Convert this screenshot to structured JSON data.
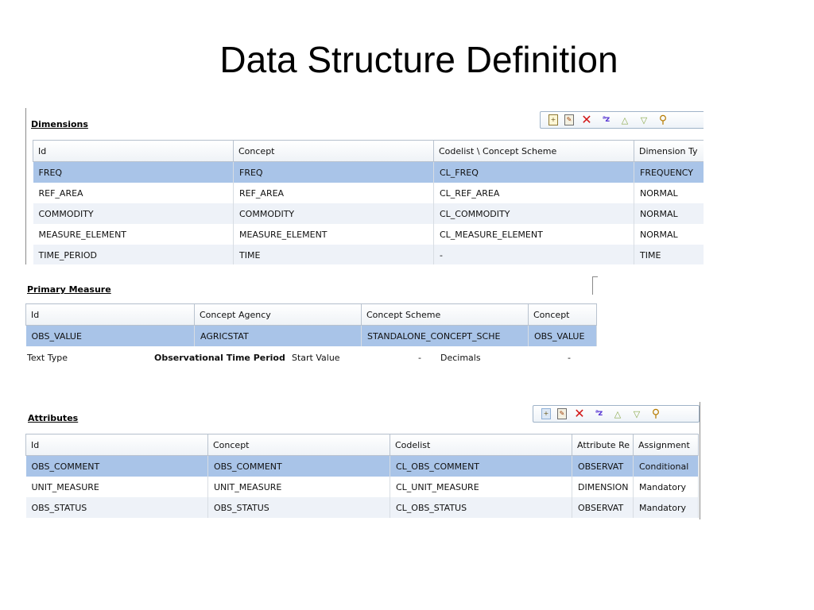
{
  "slide": {
    "title": "Data Structure Definition"
  },
  "dimensions": {
    "heading": "Dimensions",
    "toolbar": [
      "new-icon",
      "edit-icon",
      "delete-icon",
      "sort-icon",
      "move-up-icon",
      "move-down-icon",
      "search-icon"
    ],
    "columns": [
      "Id",
      "Concept",
      "Codelist \\ Concept Scheme",
      "Dimension Ty"
    ],
    "rows": [
      {
        "id": "FREQ",
        "concept": "FREQ",
        "codelist": "CL_FREQ",
        "type": "FREQUENCY"
      },
      {
        "id": "REF_AREA",
        "concept": "REF_AREA",
        "codelist": "CL_REF_AREA",
        "type": "NORMAL"
      },
      {
        "id": "COMMODITY",
        "concept": "COMMODITY",
        "codelist": "CL_COMMODITY",
        "type": "NORMAL"
      },
      {
        "id": "MEASURE_ELEMENT",
        "concept": "MEASURE_ELEMENT",
        "codelist": "CL_MEASURE_ELEMENT",
        "type": "NORMAL"
      },
      {
        "id": "TIME_PERIOD",
        "concept": "TIME",
        "codelist": "-",
        "type": "TIME"
      }
    ]
  },
  "primary_measure": {
    "heading": "Primary Measure",
    "columns": [
      "Id",
      "Concept Agency",
      "Concept Scheme",
      "Concept"
    ],
    "rows": [
      {
        "id": "OBS_VALUE",
        "agency": "AGRICSTAT",
        "scheme": "STANDALONE_CONCEPT_SCHE",
        "concept": "OBS_VALUE"
      }
    ],
    "footer": {
      "text_type_label": "Text Type",
      "text_type_value": "Observational Time Period",
      "start_value_label": "Start Value",
      "start_value": "-",
      "decimals_label": "Decimals",
      "decimals_value": "-"
    }
  },
  "attributes": {
    "heading": "Attributes",
    "toolbar": [
      "new-icon",
      "edit-icon",
      "delete-icon",
      "sort-icon",
      "move-up-icon",
      "move-down-icon",
      "search-icon"
    ],
    "columns": [
      "Id",
      "Concept",
      "Codelist",
      "Attribute Re",
      "Assignment"
    ],
    "rows": [
      {
        "id": "OBS_COMMENT",
        "concept": "OBS_COMMENT",
        "codelist": "CL_OBS_COMMENT",
        "relation": "OBSERVAT",
        "assignment": "Conditional"
      },
      {
        "id": "UNIT_MEASURE",
        "concept": "UNIT_MEASURE",
        "codelist": "CL_UNIT_MEASURE",
        "relation": "DIMENSION",
        "assignment": "Mandatory"
      },
      {
        "id": "OBS_STATUS",
        "concept": "OBS_STATUS",
        "codelist": "CL_OBS_STATUS",
        "relation": "OBSERVAT",
        "assignment": "Mandatory"
      }
    ]
  },
  "colors": {
    "selected_row": "#a9c4e8",
    "alt_row": "#eef2f8",
    "border": "#b9c3cf"
  }
}
